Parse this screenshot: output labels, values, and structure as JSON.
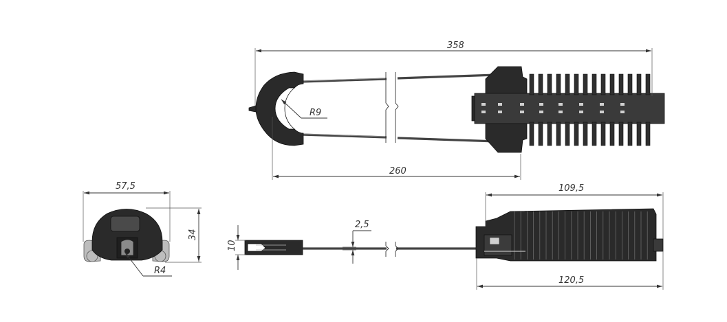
{
  "dimensions": {
    "total_length": "358",
    "loop_to_body": "260",
    "loop_radius": "R9",
    "width": "57,5",
    "height": "34",
    "groove_radius": "R4",
    "thickness": "10",
    "rod_diameter": "2,5",
    "body_length": "109,5",
    "body_total": "120,5"
  },
  "colors": {
    "part": "#2a2a2a",
    "line": "#333333"
  }
}
